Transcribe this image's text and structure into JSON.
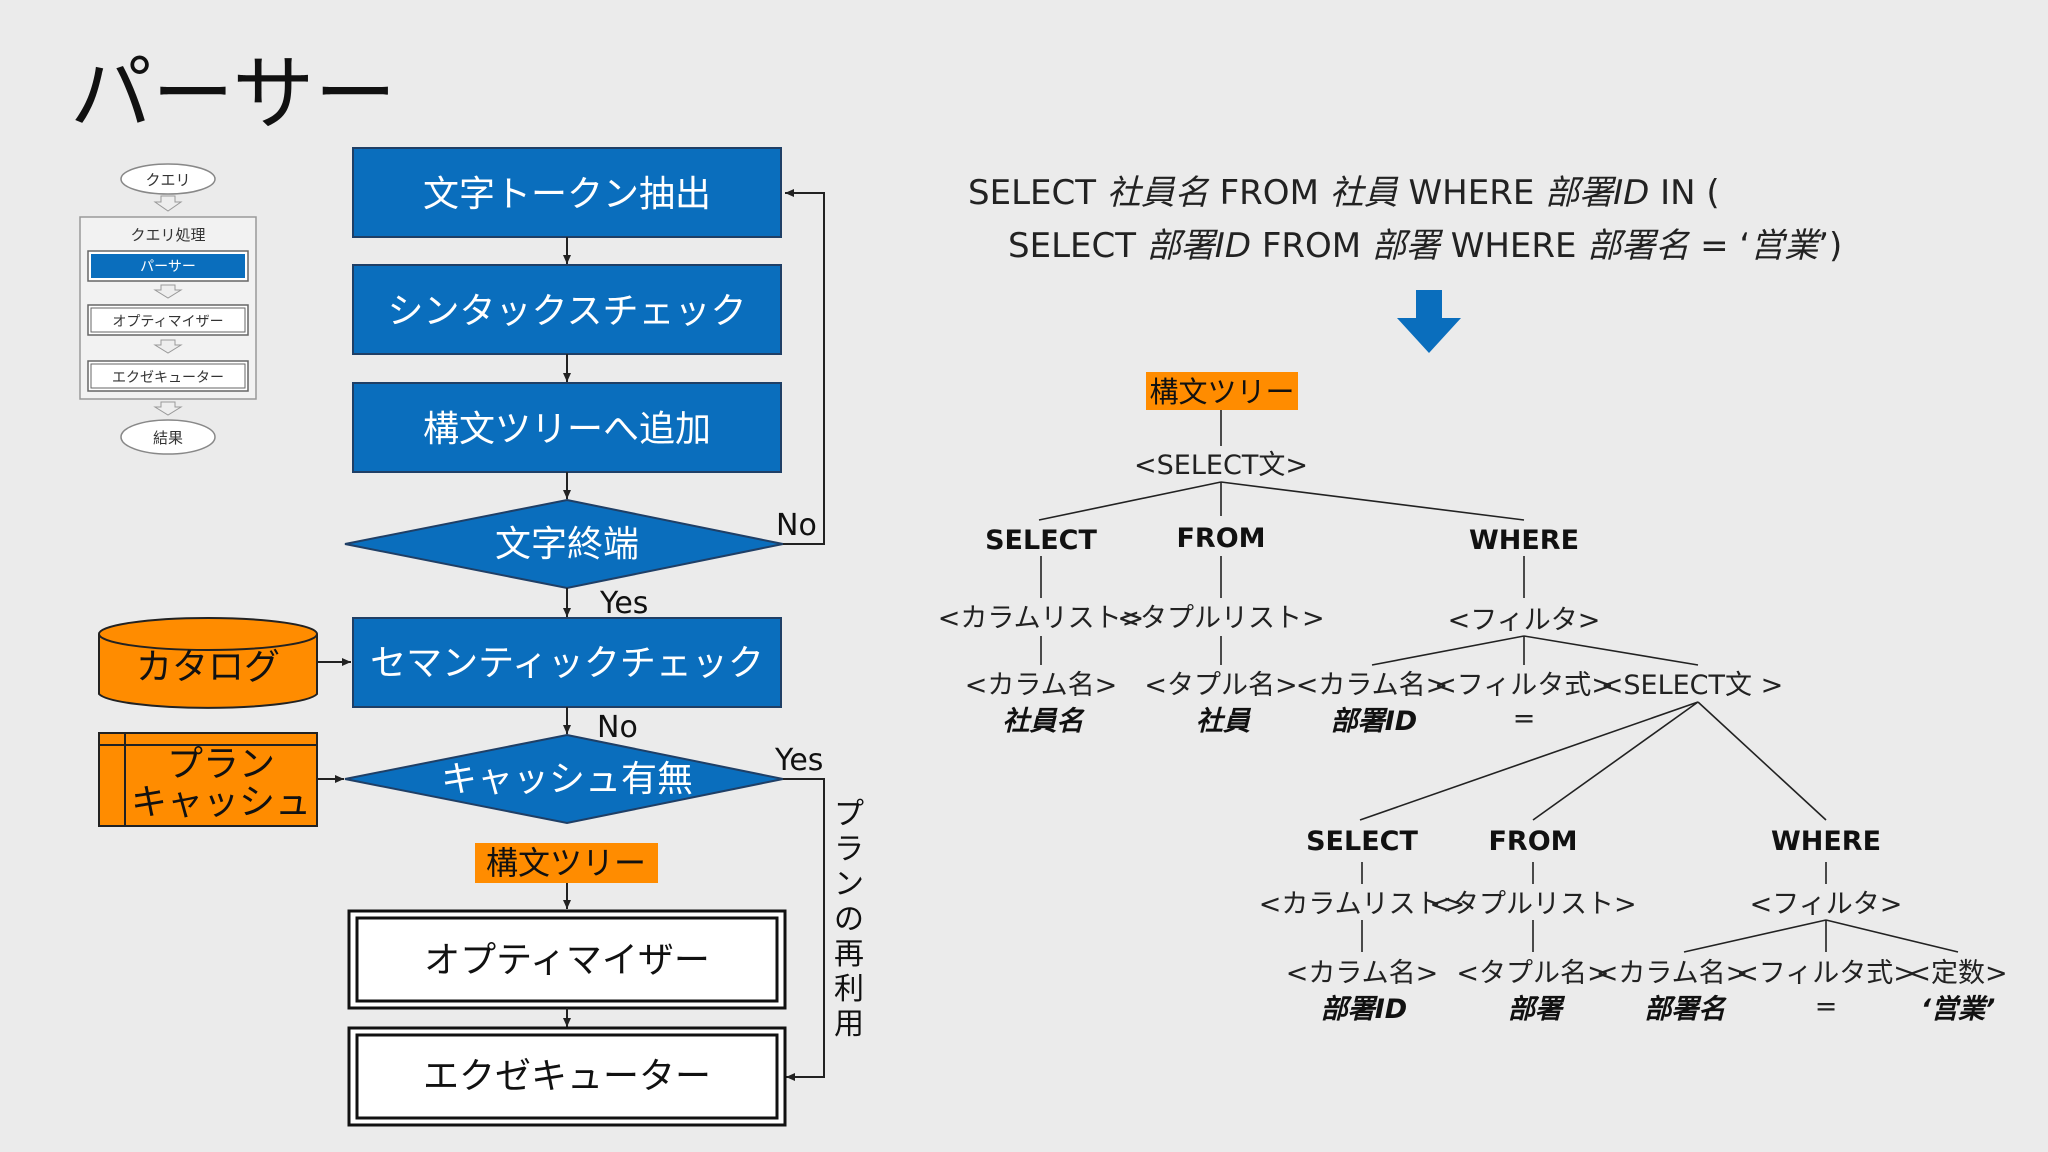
{
  "title": "パーサー",
  "thumbnail": {
    "query": "クエリ",
    "process": "クエリ処理",
    "parser": "パーサー",
    "optimizer": "オプティマイザー",
    "executor": "エクゼキューター",
    "result": "結果"
  },
  "flow": {
    "token_extract": "文字トークン抽出",
    "syntax_check": "シンタックスチェック",
    "add_tree": "構文ツリーへ追加",
    "end_of_text": "文字終端",
    "semantic_check": "セマンティックチェック",
    "cache_check": "キャッシュ有無",
    "syntax_tree_tag": "構文ツリー",
    "optimizer": "オプティマイザー",
    "executor": "エクゼキューター",
    "catalog": "カタログ",
    "plan_cache_line1": "プラン",
    "plan_cache_line2": "キャッシュ",
    "no_label": "No",
    "yes_label": "Yes",
    "plan_reuse": "プランの再利用"
  },
  "sql": {
    "line1": [
      {
        "text": "SELECT ",
        "italic": false
      },
      {
        "text": "社員名",
        "italic": true
      },
      {
        "text": " FROM ",
        "italic": false
      },
      {
        "text": "社員",
        "italic": true
      },
      {
        "text": " WHERE ",
        "italic": false
      },
      {
        "text": "部署ID",
        "italic": true
      },
      {
        "text": " IN (",
        "italic": false
      }
    ],
    "line2": [
      {
        "text": "SELECT ",
        "italic": false
      },
      {
        "text": "部署ID",
        "italic": true
      },
      {
        "text": " FROM ",
        "italic": false
      },
      {
        "text": "部署",
        "italic": true
      },
      {
        "text": " WHERE ",
        "italic": false
      },
      {
        "text": "部署名",
        "italic": true
      },
      {
        "text": " = ‘",
        "italic": false
      },
      {
        "text": "営業",
        "italic": true
      },
      {
        "text": "’)",
        "italic": false
      }
    ]
  },
  "tree": {
    "tag": "構文ツリー",
    "root": "<SELECT文>",
    "select_kw": "SELECT",
    "from_kw": "FROM",
    "where_kw": "WHERE",
    "column_list": "<カラムリスト>",
    "table_list": "<タプルリスト>",
    "filter": "<フィルタ>",
    "column_name": "<カラム名>",
    "table_name": "<タプル名>",
    "filter_expr": "<フィルタ式>",
    "sub_select": "<SELECT文 >",
    "constant": "<定数>",
    "v_emp_name": "社員名",
    "v_emp": "社員",
    "v_dept_id": "部署ID",
    "v_eq": "=",
    "v_dept": "部署",
    "v_dept_name": "部署名",
    "v_sales": "‘営業’"
  },
  "colors": {
    "background": "#ebebeb",
    "blue": "#0a6ebd",
    "orange": "#ff8c00",
    "black": "#222222"
  }
}
